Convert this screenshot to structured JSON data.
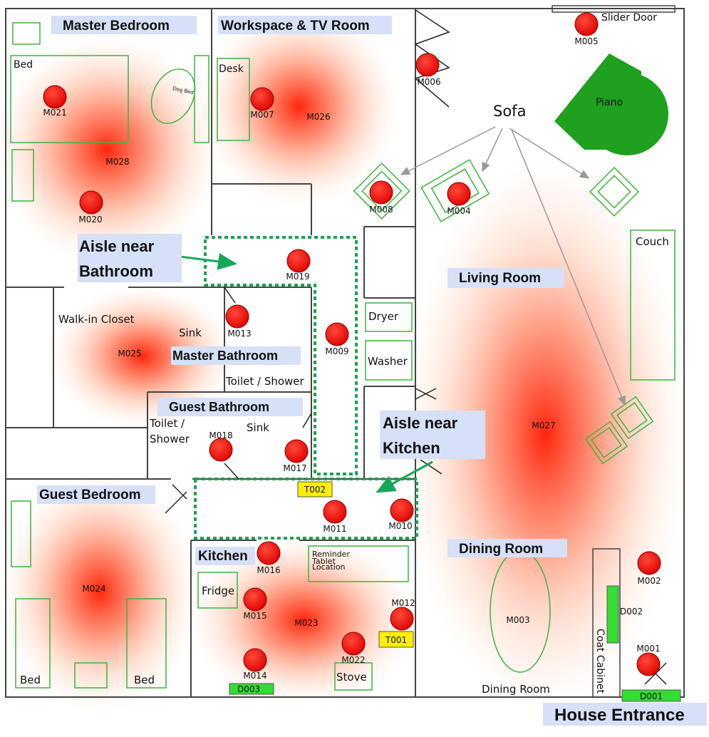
{
  "rooms": {
    "master_bedroom": "Master Bedroom",
    "workspace_tv": "Workspace & TV Room",
    "aisle_bathroom": [
      "Aisle near",
      "Bathroom"
    ],
    "living_room": "Living Room",
    "master_bathroom": "Master Bathroom",
    "guest_bathroom": "Guest Bathroom",
    "aisle_kitchen": [
      "Aisle near",
      "Kitchen"
    ],
    "guest_bedroom": "Guest Bedroom",
    "kitchen": "Kitchen",
    "dining_room": "Dining Room",
    "house_entrance": "House Entrance"
  },
  "furniture": {
    "bed": "Bed",
    "dog_bed": "Dog Bed",
    "desk": "Desk",
    "slider_door": "Slider Door",
    "sofa": "Sofa",
    "piano": "Piano",
    "couch": "Couch",
    "dryer": "Dryer",
    "washer": "Washer",
    "walk_in_closet": "Walk-in Closet",
    "sink": "Sink",
    "toilet_shower": "Toilet / Shower",
    "toilet_shower_guest": [
      "Toilet /",
      "Shower"
    ],
    "fridge": "Fridge",
    "stove": "Stove",
    "reminder_tablet": [
      "Reminder",
      "Tablet",
      "Location"
    ],
    "coat_cabinet": "Coat Cabinet",
    "dining_room_small": "Dining Room",
    "bed_left": "Bed",
    "bed_right": "Bed"
  },
  "sensors": {
    "M001": "M001",
    "M002": "M002",
    "M003": "M003",
    "M004": "M004",
    "M005": "M005",
    "M006": "M006",
    "M007": "M007",
    "M008": "M008",
    "M009": "M009",
    "M010": "M010",
    "M011": "M011",
    "M012": "M012",
    "M013": "M013",
    "M014": "M014",
    "M015": "M015",
    "M016": "M016",
    "M017": "M017",
    "M018": "M018",
    "M019": "M019",
    "M020": "M020",
    "M021": "M021",
    "M022": "M022",
    "M023": "M023",
    "M024": "M024",
    "M025": "M025",
    "M026": "M026",
    "M027": "M027",
    "M028": "M028"
  },
  "temperature_sensors": {
    "T001": "T001",
    "T002": "T002"
  },
  "door_sensors": {
    "D001": "D001",
    "D002": "D002",
    "D003": "D003"
  },
  "colors": {
    "wall": "#444444",
    "furniture_outline": "#3cb43c",
    "piano": "#1fa01f",
    "sensor": "#ff0000",
    "heat": "#ff2a00",
    "room_label_bg": "#d6e0f6",
    "aisle_border": "#1ea050",
    "temp_sensor": "#ffee00",
    "door_sensor": "#33dd33"
  }
}
